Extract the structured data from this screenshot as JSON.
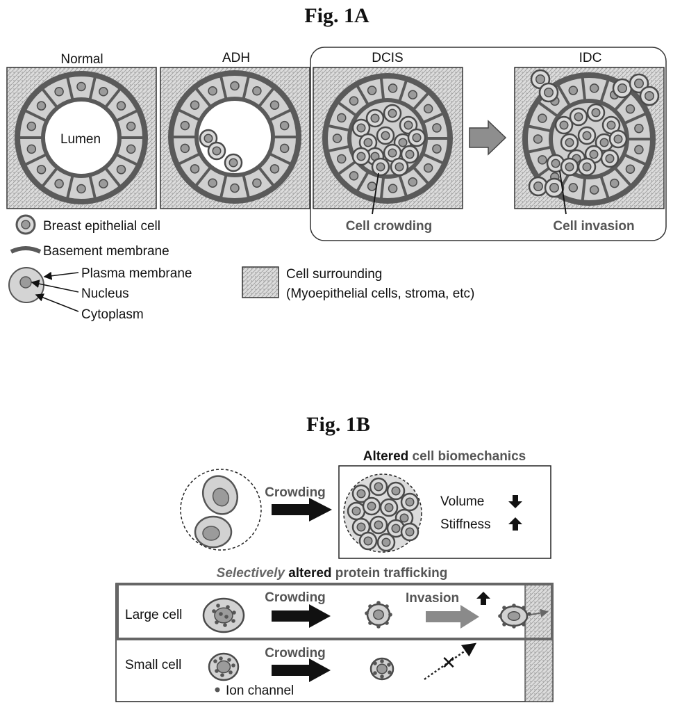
{
  "fig1a": {
    "title": "Fig. 1A",
    "panels": {
      "normal": "Normal",
      "adh": "ADH",
      "dcis": "DCIS",
      "idc": "IDC"
    },
    "lumen_label": "Lumen",
    "cell_crowding": "Cell crowding",
    "cell_invasion": "Cell invasion",
    "legend": {
      "epithelial": "Breast epithelial cell",
      "basement": "Basement membrane",
      "plasma": "Plasma membrane",
      "nucleus": "Nucleus",
      "cytoplasm": "Cytoplasm",
      "surrounding_1": "Cell surrounding",
      "surrounding_2": "(Myoepithelial cells, stroma, etc)"
    }
  },
  "fig1b": {
    "title": "Fig. 1B",
    "altered_bold": "Altered",
    "altered_rest": "cell biomechanics",
    "crowding": "Crowding",
    "volume": "Volume",
    "stiffness": "Stiffness",
    "selectively": "Selectively",
    "altered2": "altered",
    "protein_trafficking": "protein trafficking",
    "large_cell": "Large cell",
    "small_cell": "Small cell",
    "invasion": "Invasion",
    "ion_channel": "Ion channel"
  },
  "colors": {
    "stroma": "#d9d9d9",
    "membrane": "#5a5a5a",
    "cytoplasm": "#cfcfcf",
    "nucleus": "#9b9b9b",
    "arrow_gray": "#8a8a8a"
  }
}
